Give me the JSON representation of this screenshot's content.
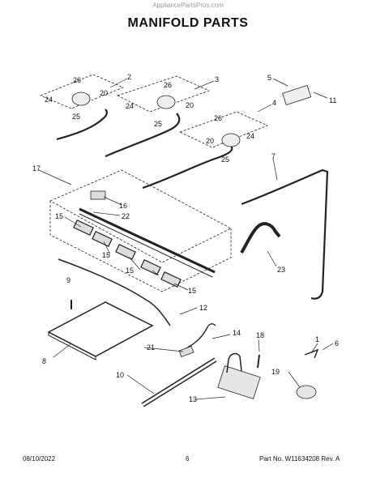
{
  "header": {
    "watermark": "AppliancePartsPros.com",
    "title": "MANIFOLD PARTS"
  },
  "callouts": {
    "c2": "2",
    "c3": "3",
    "c4": "4",
    "c5": "5",
    "c11": "11",
    "c26a": "26",
    "c20a": "20",
    "c24a": "24",
    "c25a": "25",
    "c26b": "26",
    "c24b": "24",
    "c20b": "20",
    "c25b": "25",
    "c26c": "26",
    "c20c": "20",
    "c24c": "24",
    "c25c": "25",
    "c7": "7",
    "c17": "17",
    "c16": "16",
    "c22": "22",
    "c15a": "15",
    "c15b": "15",
    "c15c": "15",
    "c15d": "15",
    "c23": "23",
    "c9": "9",
    "c12": "12",
    "c8": "8",
    "c14": "14",
    "c18": "18",
    "c1": "1",
    "c6": "6",
    "c21": "21",
    "c10": "10",
    "c19": "19",
    "c13": "13"
  },
  "footer": {
    "date": "08/10/2022",
    "page": "6",
    "part": "Part No. W11634208  Rev. A"
  }
}
